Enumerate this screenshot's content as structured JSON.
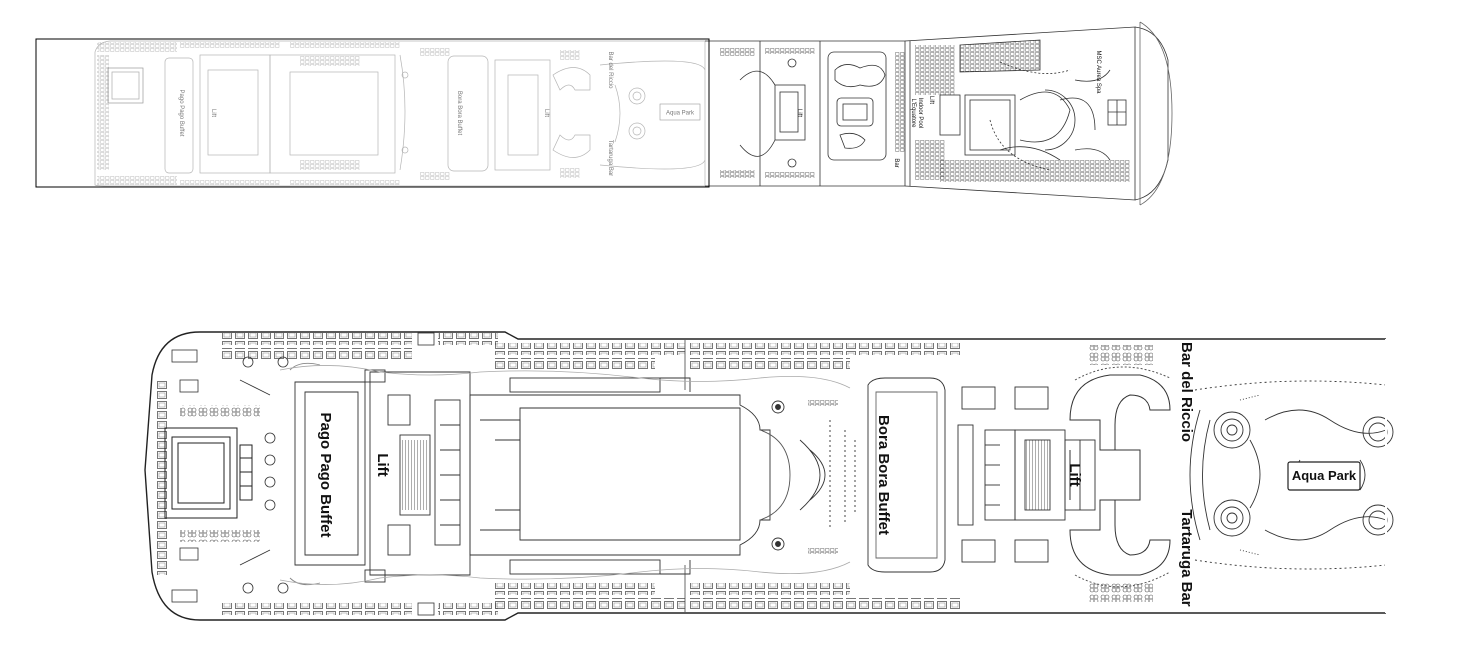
{
  "overview": {
    "labels": {
      "pago_pago_buffet": "Pago Pago Buffet",
      "lift_1": "Lift",
      "bora_bora_buffet": "Bora Bora Buffet",
      "lift_2": "Lift",
      "bar_del_riccio": "Bar del Riccio",
      "tartaruga_bar": "Tartaruga Bar",
      "aqua_park": "Aqua Park",
      "lift_3": "Lift",
      "equatore_line1": "L'Equatore",
      "equatore_line2": "Indoor Pool",
      "bar": "Bar",
      "lift_4": "Lift",
      "msc_aurea_spa": "MSC Aurea Spa"
    }
  },
  "detail": {
    "labels": {
      "pago_pago_buffet": "Pago Pago Buffet",
      "lift_1": "Lift",
      "bora_bora_buffet": "Bora Bora Buffet",
      "lift_2": "Lift",
      "bar_del_riccio": "Bar del Riccio",
      "tartaruga_bar": "Tartaruga Bar",
      "aqua_park": "Aqua Park"
    }
  },
  "colors": {
    "outline": "#333333",
    "faded": "#9a9a9a",
    "frame": "#000000",
    "background": "#ffffff"
  }
}
